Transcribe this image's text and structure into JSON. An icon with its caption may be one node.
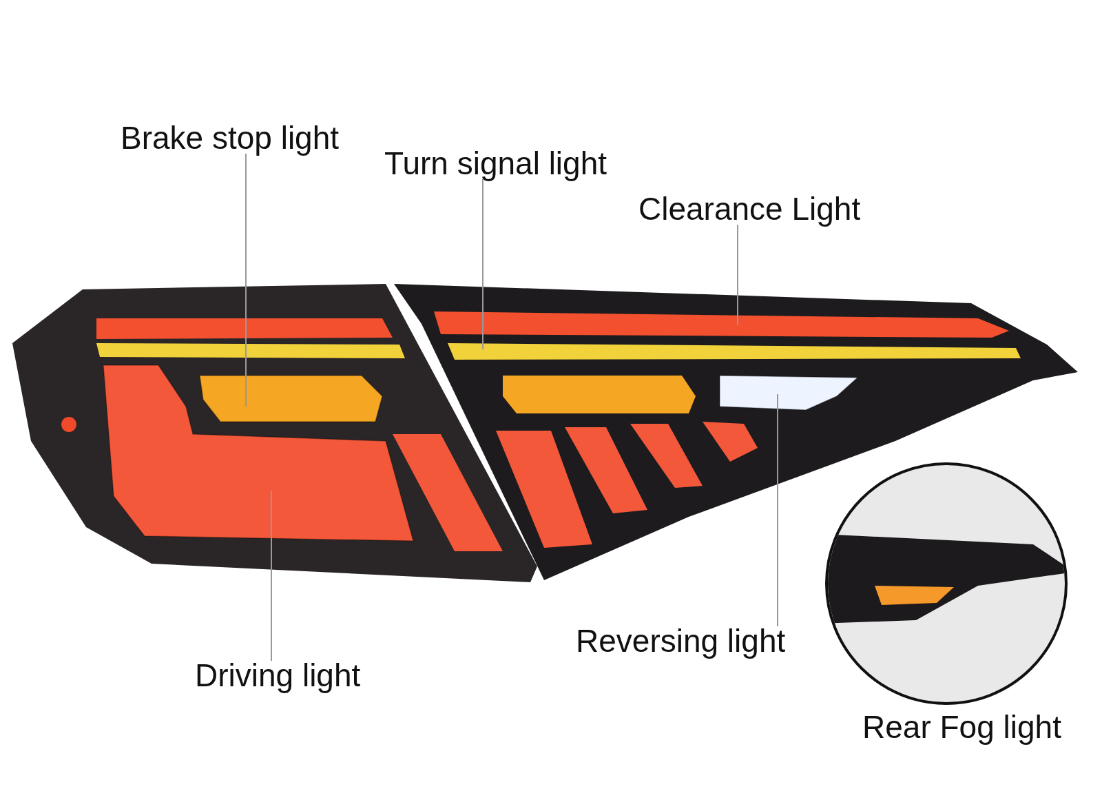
{
  "diagram": {
    "nodes": [
      {
        "text": [
          "Brake stop light"
        ]
      },
      {
        "text": [
          "Turn signal light"
        ]
      },
      {
        "text": [
          "Clearance Light"
        ]
      },
      {
        "text": [
          "Driving light"
        ]
      },
      {
        "text": [
          "Reversing light"
        ]
      },
      {
        "text": [],
        "shape": "bar"
      },
      {
        "text": [],
        "shape": "bar"
      },
      {
        "text": [],
        "shape": "box"
      },
      {
        "text": [],
        "shape": "box"
      },
      {
        "text": [],
        "shape": "box"
      }
    ],
    "edges": [
      {
        "from": 0,
        "to": 7,
        "arrow": "none"
      },
      {
        "from": 1,
        "to": 6,
        "arrow": "none"
      },
      {
        "from": 2,
        "to": 5,
        "arrow": "none"
      },
      {
        "from": 3,
        "to": 9,
        "arrow": "none"
      },
      {
        "from": 4,
        "to": 8,
        "arrow": "none"
      }
    ],
    "labels": [
      "Rear Fog light"
    ]
  }
}
